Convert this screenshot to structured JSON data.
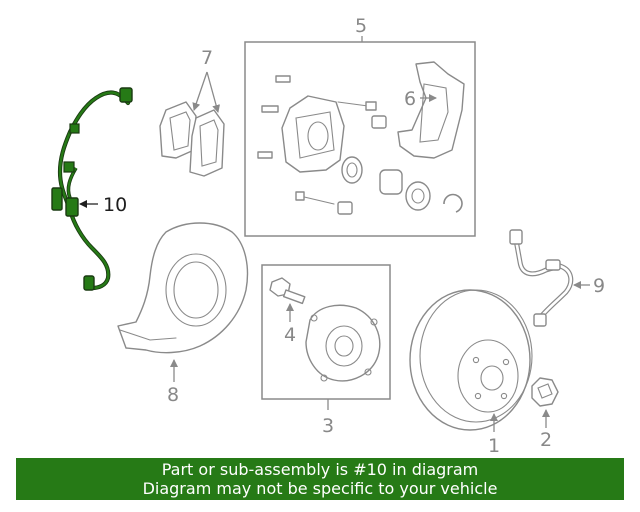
{
  "diagram": {
    "highlight_color": "#267a16",
    "callouts": [
      "1",
      "2",
      "3",
      "4",
      "5",
      "6",
      "7",
      "8",
      "9",
      "10"
    ],
    "highlighted_part": "10"
  },
  "banner": {
    "line1": "Part or sub-assembly is #10 in diagram",
    "line2": "Diagram may not be specific to your vehicle",
    "background": "#267a16",
    "text_color": "#ffffff"
  }
}
